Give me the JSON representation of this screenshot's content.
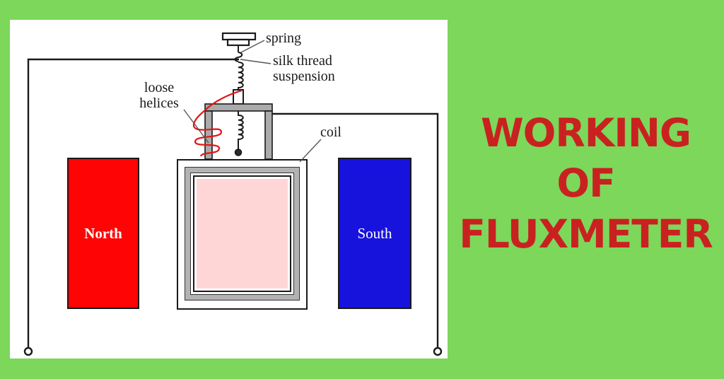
{
  "title": {
    "line1": "WORKING",
    "line2": "OF",
    "line3": "FLUXMETER"
  },
  "diagram": {
    "labels": {
      "spring": "spring",
      "silk_thread_line1": "silk thread",
      "silk_thread_line2": "suspension",
      "loose_line1": "loose",
      "loose_line2": "helices",
      "coil": "coil",
      "magnet_north": "North",
      "magnet_south": "South"
    }
  },
  "colors": {
    "canvas_green": "#7cd75b",
    "title_red": "#c92120",
    "magnet_north_red": "#fe0404",
    "magnet_south_blue": "#1713dd",
    "coil_core_pink": "#ffd6d6",
    "frame_gray": "#b3b3b3",
    "bracket_gray": "#ababab",
    "helices_red": "#e41414",
    "ink": "#1a1a1a"
  }
}
